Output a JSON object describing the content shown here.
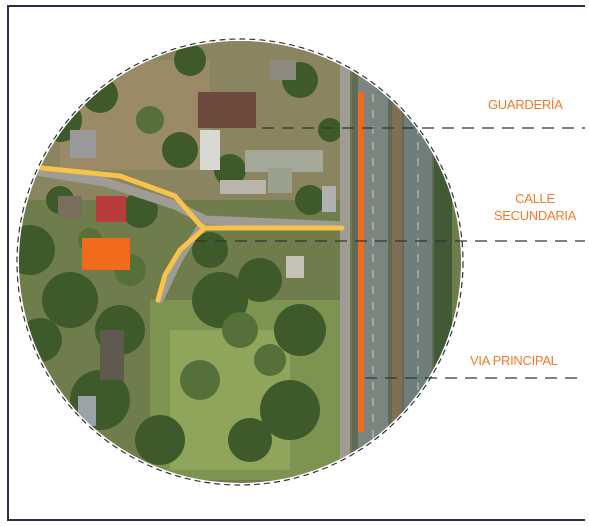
{
  "labels": {
    "guarderia": "GUARDERÍA",
    "calle_line1": "CALLE",
    "calle_line2": "SECUNDARIA",
    "via_principal": "VIA PRINCIPAL"
  },
  "colors": {
    "frame": "#2d2a4a",
    "label_text": "#f07b2c",
    "main_road_highlight": "#f26b1d",
    "secondary_road_highlight": "#f8c34a",
    "building_highlight": "#f26b1d",
    "leader_line": "#333333"
  }
}
